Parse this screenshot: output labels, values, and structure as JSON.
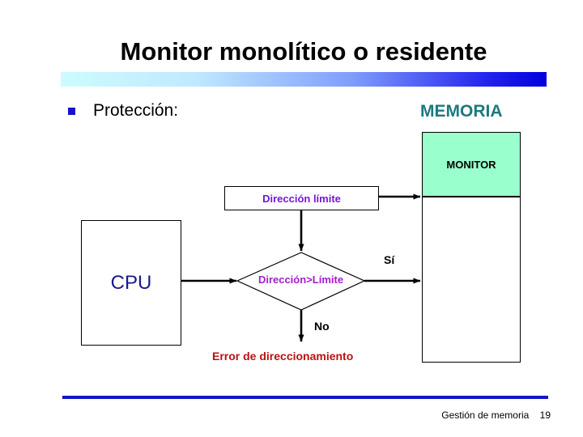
{
  "slide": {
    "title": "Monitor monolítico o residente",
    "bullet": {
      "marker": "square-bullet",
      "text": "Protección:"
    },
    "footer": {
      "subject": "Gestión de memoria",
      "page_number": "19"
    }
  },
  "diagram": {
    "memory_heading": "MEMORIA",
    "monitor_box_label": "MONITOR",
    "user_space_box_label": "",
    "limit_box_label": "Dirección límite",
    "cpu_box_label": "CPU",
    "decision_label": "Dirección>Límite",
    "branch_yes_label": "Sí",
    "branch_no_label": "No",
    "error_label": "Error de direccionamiento"
  },
  "colors": {
    "bullet_blue": "#1414c8",
    "memoria_teal": "#1a7a7f",
    "monitor_green": "#99ffcc",
    "limit_purple": "#7416d8",
    "decision_purple": "#9f22c9",
    "cpu_navy": "#1a1a8c",
    "error_red": "#bb1111",
    "rule_blue": "#1414c8",
    "gradient_from": "#ccfcff",
    "gradient_to": "#0000dd"
  }
}
